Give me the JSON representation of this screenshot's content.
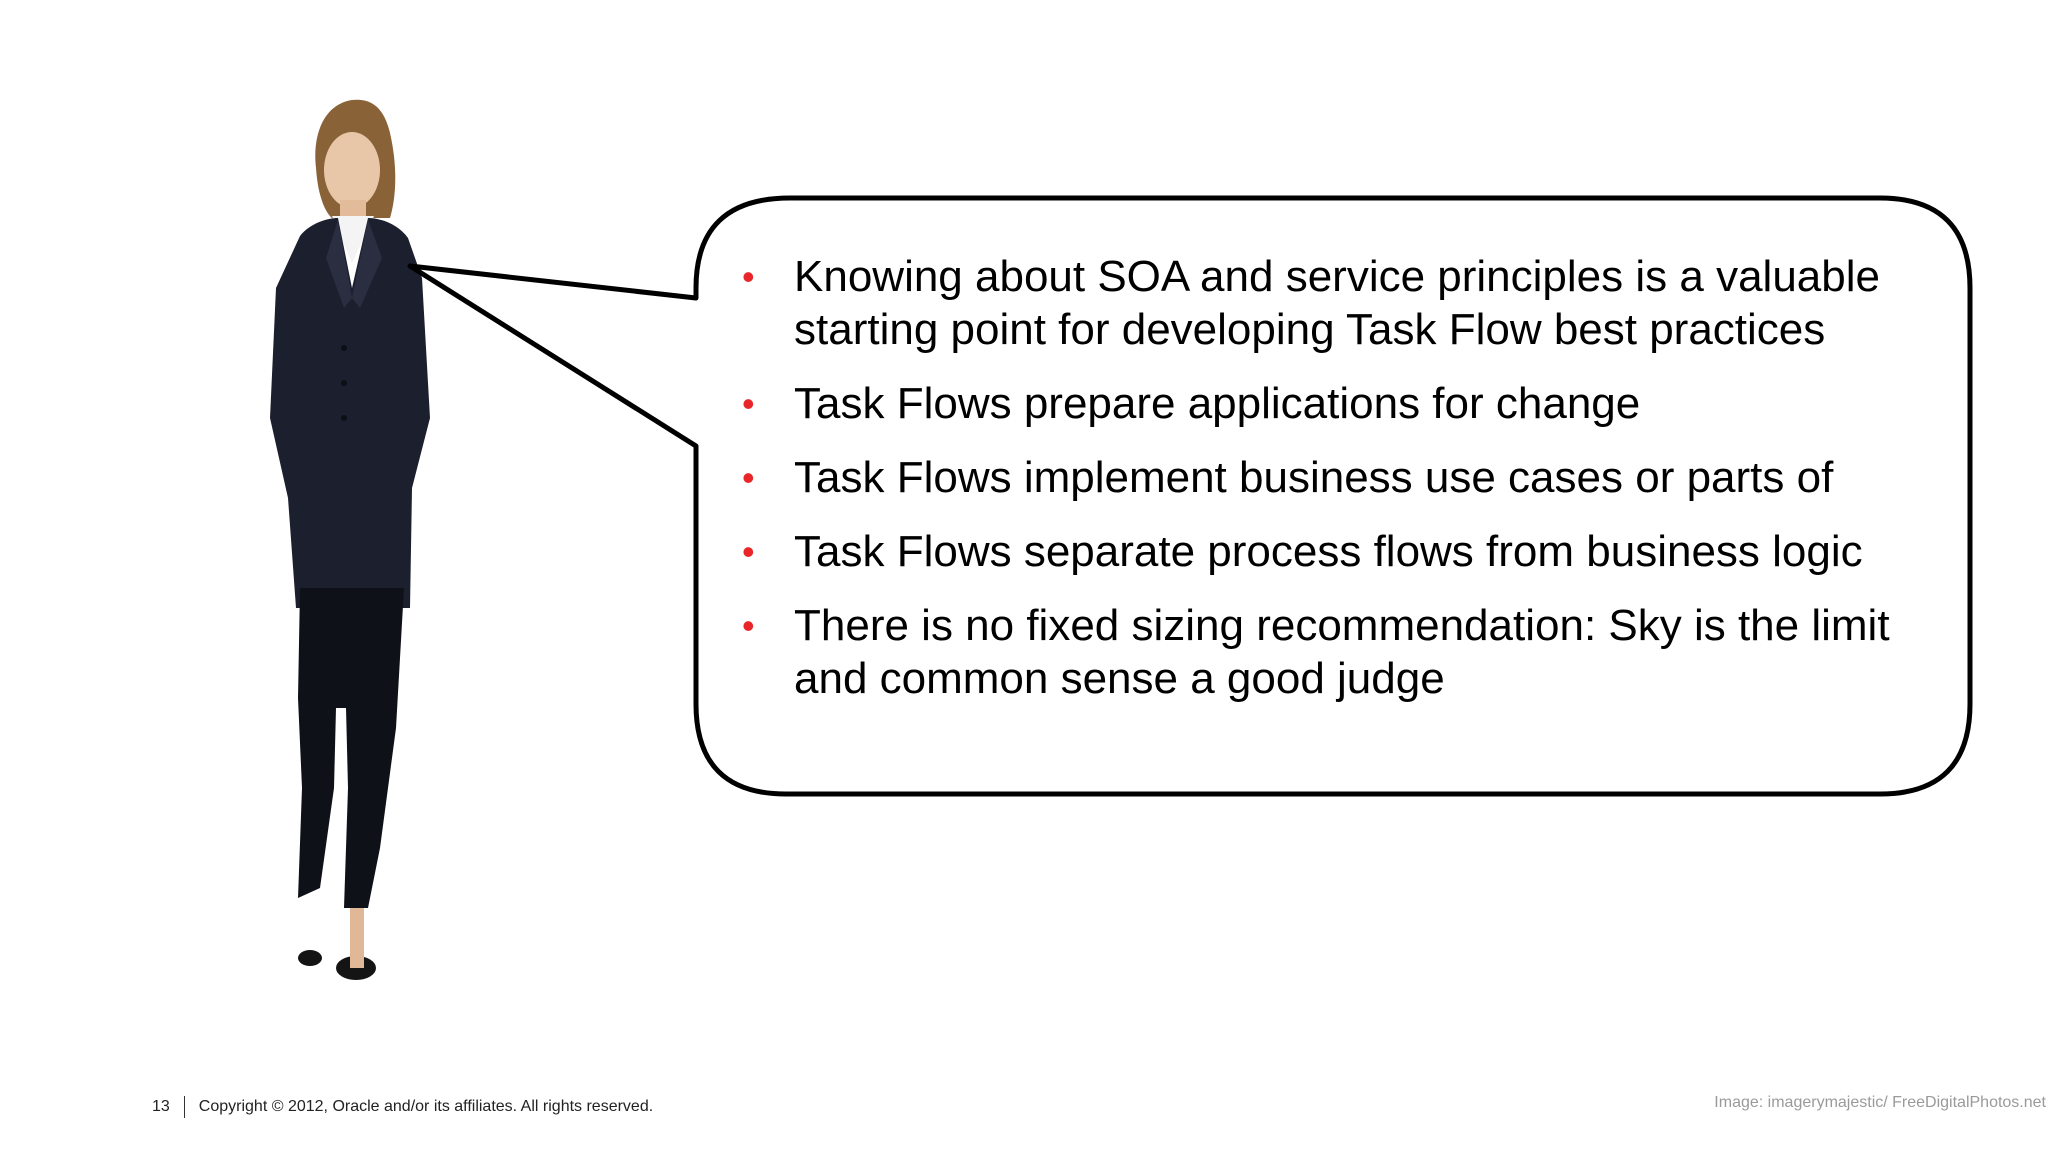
{
  "slide": {
    "bullets": [
      "Knowing about SOA and service principles is a valuable starting point for developing Task Flow best practices",
      "Task Flows prepare applications for change",
      "Task Flows implement business use cases or parts of",
      "Task Flows separate process flows from business logic",
      "There is no fixed sizing recommendation: Sky is the limit and common sense a good judge"
    ],
    "bullet_symbol": "•",
    "bullet_color": "#e8262a"
  },
  "footer": {
    "page_number": "13",
    "copyright": "Copyright © 2012, Oracle and/or its affiliates. All rights reserved.",
    "image_credit": "Image: imagerymajestic/ FreeDigitalPhotos.net"
  }
}
